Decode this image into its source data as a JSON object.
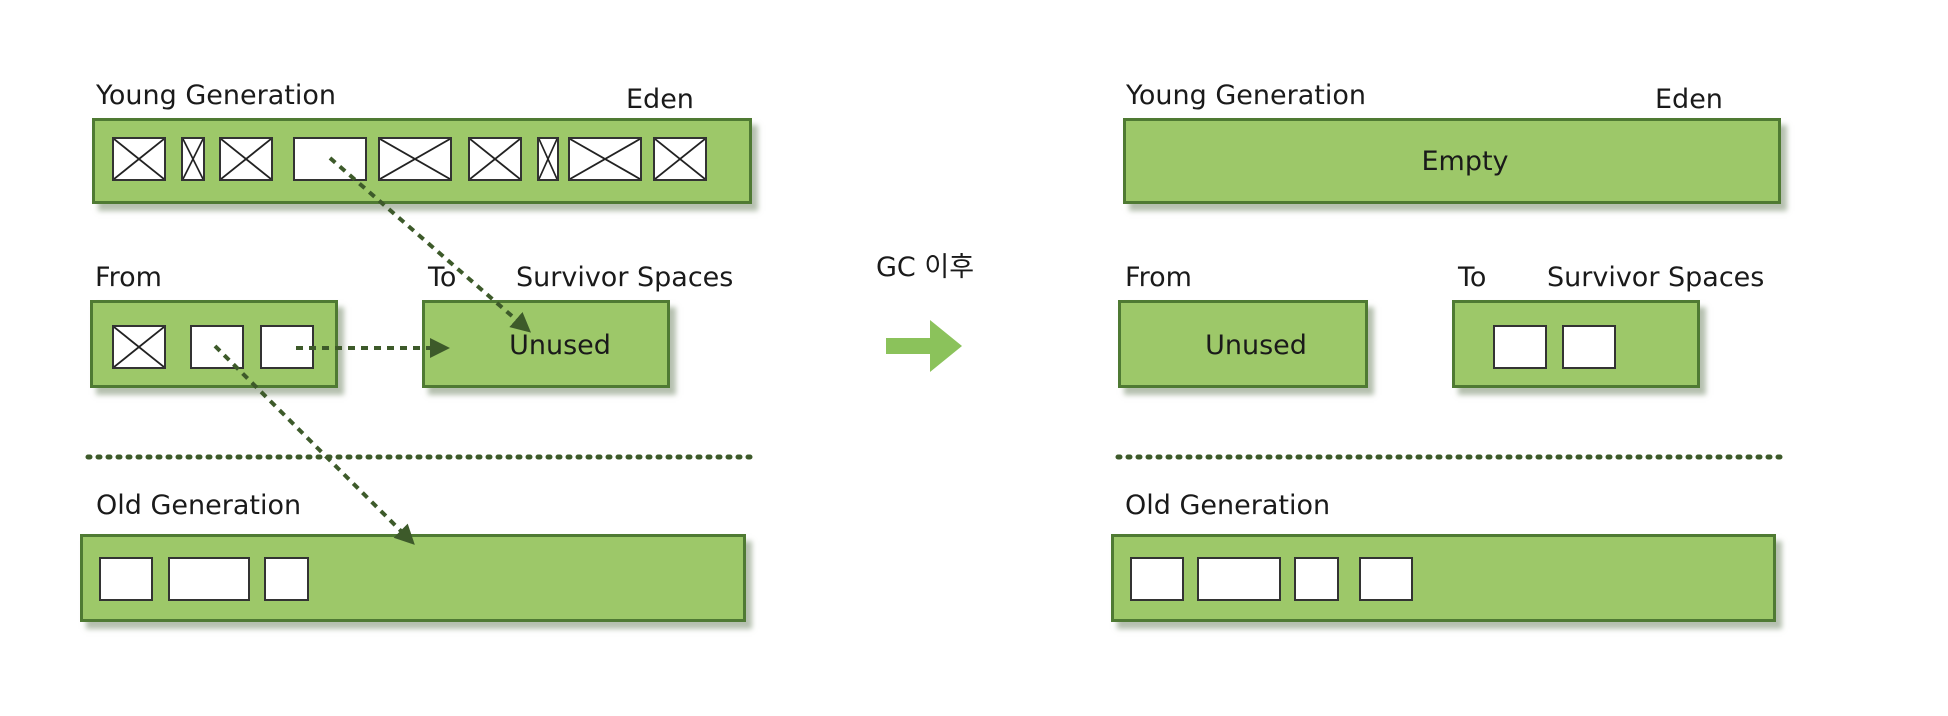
{
  "before": {
    "young_generation_label": "Young Generation",
    "eden_label": "Eden",
    "from_label": "From",
    "to_label": "To",
    "survivor_spaces_label": "Survivor Spaces",
    "to_space_text": "Unused",
    "old_generation_label": "Old Generation"
  },
  "transition": {
    "label": "GC 이후",
    "arrow_icon": "right-arrow-icon"
  },
  "after": {
    "young_generation_label": "Young Generation",
    "eden_label": "Eden",
    "eden_text": "Empty",
    "from_label": "From",
    "from_space_text": "Unused",
    "to_label": "To",
    "survivor_spaces_label": "Survivor Spaces",
    "old_generation_label": "Old Generation"
  },
  "colors": {
    "region_fill": "#9dc869",
    "region_border": "#4f7a33",
    "arrow_dark": "#3d5a2a",
    "arrow_light": "#8bc25b"
  }
}
